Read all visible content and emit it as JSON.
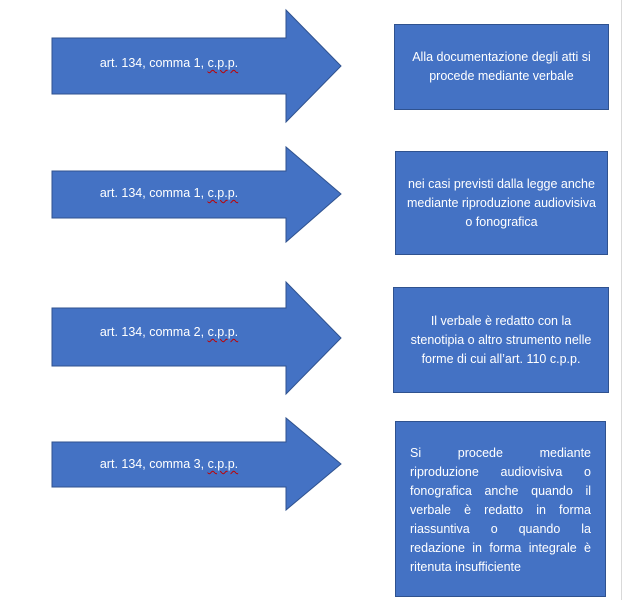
{
  "rows": [
    {
      "arrow_label": "art. 134, comma 1,",
      "arrow_ref": "c.p.p.",
      "box_text": "Alla documentazione degli atti si procede mediante verbale"
    },
    {
      "arrow_label": "art. 134, comma 1,",
      "arrow_ref": "c.p.p.",
      "box_text": "nei casi previsti dalla legge anche mediante riproduzione audiovisiva o fonografica"
    },
    {
      "arrow_label": "art. 134, comma 2,",
      "arrow_ref": "c.p.p.",
      "box_text": "Il verbale è redatto con la stenotipia o altro strumento nelle forme di cui all’art. 110 c.p.p."
    },
    {
      "arrow_label": "art. 134, comma 3,",
      "arrow_ref": "c.p.p.",
      "box_text": "Si procede mediante riproduzione audiovisiva o fonografica anche quando il verbale è redatto in forma riassuntiva o quando la redazione in forma integrale è ritenuta insufficiente"
    }
  ],
  "colors": {
    "shape_fill": "#4472c4",
    "shape_outline": "#2f528f",
    "text": "#ffffff"
  }
}
